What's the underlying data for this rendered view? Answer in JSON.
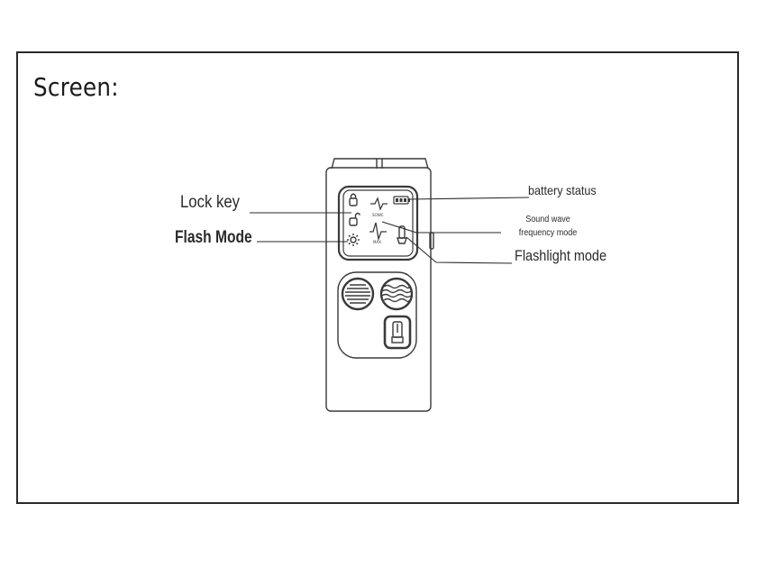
{
  "title": "Screen:",
  "labels": {
    "lock_key": "Lock key",
    "flash_mode": "Flash Mode",
    "battery_status": "battery status",
    "sound_wave_mode": "Sound wave frequency mode",
    "flashlight_mode": "Flashlight mode"
  },
  "screen_text": {
    "sonic": "SONIC",
    "max": "MAX"
  },
  "colors": {
    "line": "#2a2a2a",
    "device_outline": "#3a3a3a"
  }
}
